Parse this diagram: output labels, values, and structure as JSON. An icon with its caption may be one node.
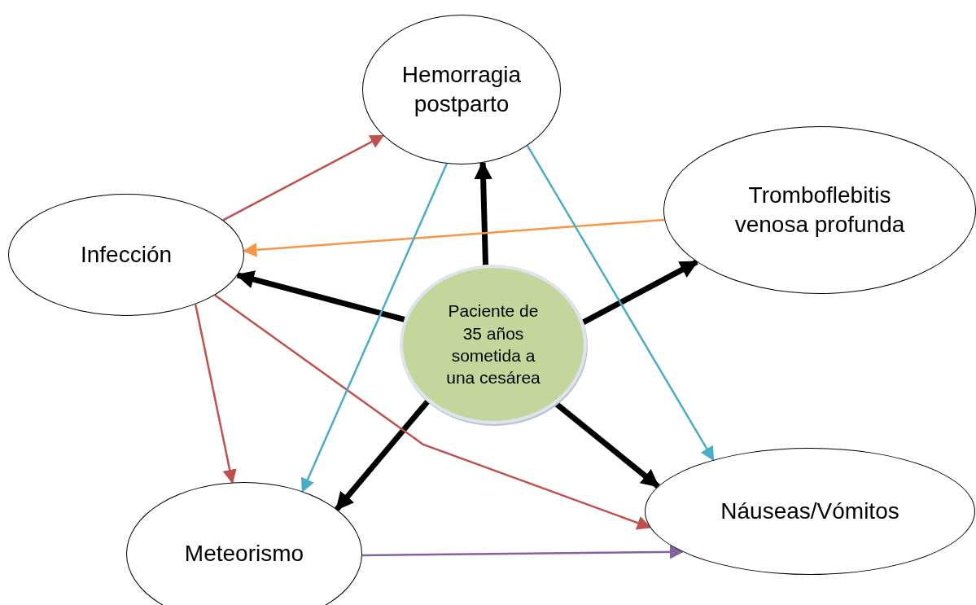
{
  "diagram": {
    "nodes": [
      {
        "text": [
          "Hemorragia postparto"
        ]
      },
      {
        "text": [
          "Tromboflebitis venosa profunda"
        ]
      },
      {
        "text": [
          "Infección"
        ]
      },
      {
        "text": [
          "Paciente de 35 años sometida a una cesárea"
        ]
      },
      {
        "text": [
          "Meteorismo"
        ]
      },
      {
        "text": [
          "Náuseas/Vómitos"
        ]
      }
    ],
    "edges": [
      {
        "from": 3,
        "to": 0,
        "arrow": "to",
        "style": "thick"
      },
      {
        "from": 3,
        "to": 2,
        "arrow": "to",
        "style": "thick"
      },
      {
        "from": 3,
        "to": 1,
        "arrow": "to",
        "style": "thick"
      },
      {
        "from": 3,
        "to": 4,
        "arrow": "to",
        "style": "thick"
      },
      {
        "from": 3,
        "to": 5,
        "arrow": "to",
        "style": "thick"
      },
      {
        "from": 2,
        "to": 0,
        "arrow": "to",
        "color": "#c0504d"
      },
      {
        "from": 2,
        "to": 4,
        "arrow": "to",
        "color": "#c0504d"
      },
      {
        "from": 2,
        "to": 5,
        "arrow": "to",
        "color": "#c0504d"
      },
      {
        "from": 1,
        "to": 2,
        "arrow": "to",
        "color": "#f79646"
      },
      {
        "from": 0,
        "to": 4,
        "arrow": "to",
        "color": "#4bacc6"
      },
      {
        "from": 0,
        "to": 5,
        "arrow": "to",
        "color": "#4bacc6"
      },
      {
        "from": 4,
        "to": 5,
        "arrow": "to",
        "color": "#8064a2"
      }
    ]
  }
}
